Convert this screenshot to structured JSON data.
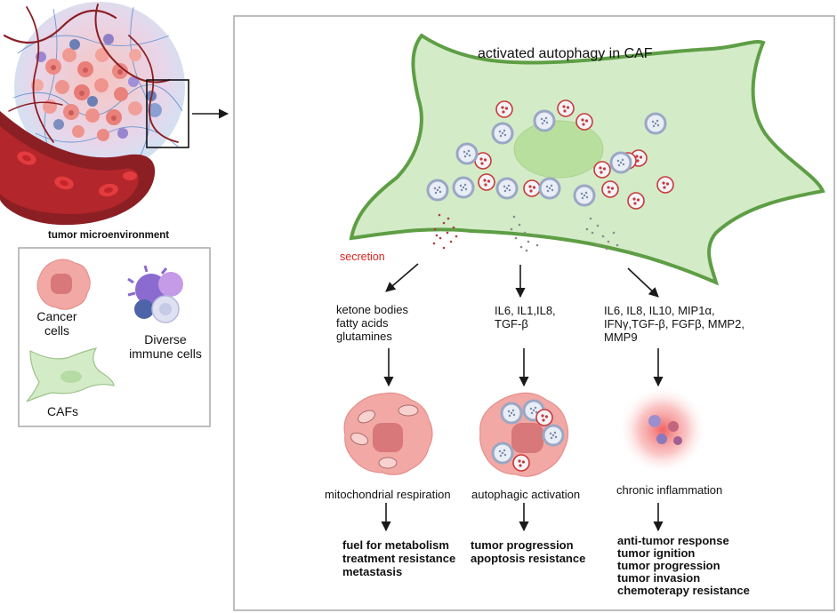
{
  "microenvironment": {
    "label": "tumor microenvironment"
  },
  "legend": {
    "cancer_cells": "Cancer\ncells",
    "immune_cells": "Diverse\nimmune cells",
    "cafs": "CAFs"
  },
  "caf": {
    "title": "activated autophagy in CAF",
    "secretion_label": "secretion"
  },
  "pathways": [
    {
      "factors": "ketone bodies\nfatty acids\nglutamines",
      "process": "mitochondrial respiration",
      "outcomes": "fuel for metabolism\ntreatment resistance\nmetastasis"
    },
    {
      "factors": "IL6, IL1,IL8,\nTGF-β",
      "process": "autophagic activation",
      "outcomes": "tumor progression\napoptosis resistance"
    },
    {
      "factors": "IL6, IL8, IL10, MIP1α,\nIFNγ,TGF-β, FGFβ, MMP2,\nMMP9",
      "process": "chronic inflammation",
      "outcomes": "anti-tumor response\ntumor ignition\ntumor progression\ntumor invasion\nchemoterapy resistance"
    }
  ],
  "colors": {
    "caf_fill": "#d4ebc8",
    "caf_stroke": "#5e9e45",
    "cancer_cell": "#f2a8a5",
    "nucleus": "#d8787a",
    "vessel": "#8c1f24",
    "secretion_text": "#d9261c"
  }
}
